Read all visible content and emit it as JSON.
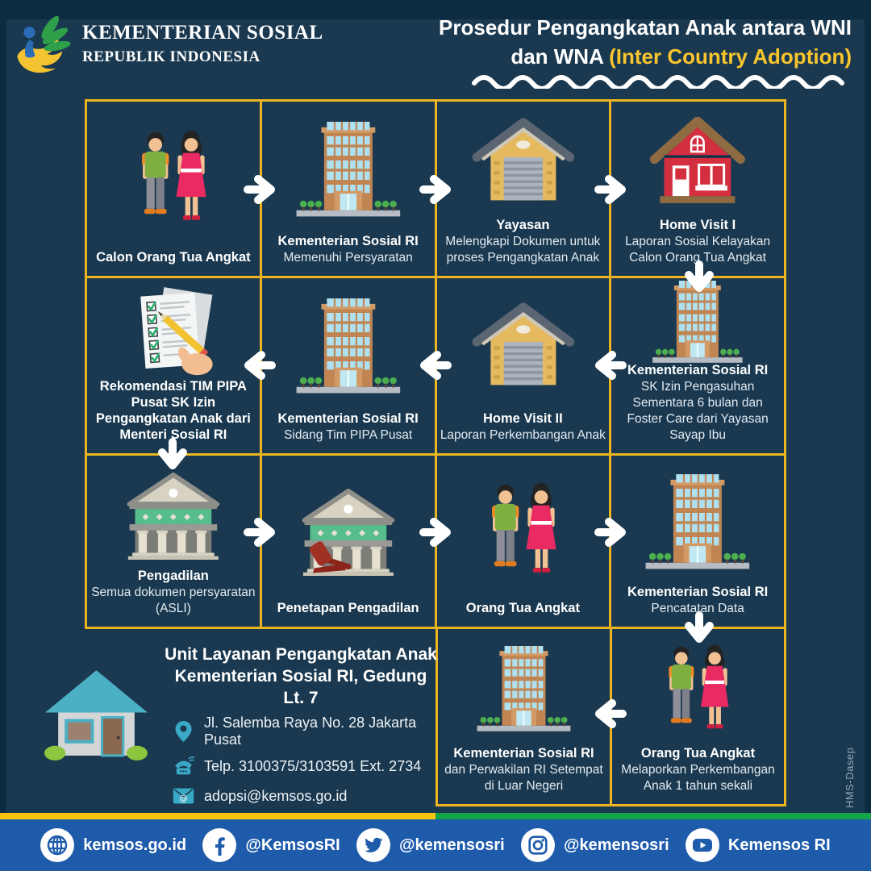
{
  "header": {
    "logo": "kemensos-logo",
    "ministry_name": "KEMENTERIAN SOSIAL",
    "ministry_subtitle": "REPUBLIK INDONESIA",
    "title_line1": "Prosedur Pengangkatan Anak antara WNI",
    "title_line2_prefix": "dan WNA ",
    "title_line2_highlight": "(Inter Country Adoption)"
  },
  "flow": {
    "steps": [
      {
        "icon": "couple-icon",
        "title": "Calon Orang Tua Angkat",
        "subtitle": ""
      },
      {
        "icon": "office-building-icon",
        "title": "Kementerian Sosial RI",
        "subtitle": "Memenuhi Persyaratan"
      },
      {
        "icon": "warehouse-icon",
        "title": "Yayasan",
        "subtitle": "Melengkapi Dokumen untuk proses Pengangkatan Anak"
      },
      {
        "icon": "red-house-icon",
        "title": "Home Visit I",
        "subtitle": "Laporan Sosial Kelayakan Calon Orang Tua Angkat"
      },
      {
        "icon": "office-building-icon",
        "title": "Kementerian Sosial RI",
        "subtitle": "SK Izin Pengasuhan Sementara 6 bulan dan Foster Care dari Yayasan Sayap Ibu"
      },
      {
        "icon": "warehouse-icon",
        "title": "Home Visit II",
        "subtitle": "Laporan Perkembangan Anak"
      },
      {
        "icon": "office-building-icon",
        "title": "Kementerian Sosial RI",
        "subtitle": "Sidang Tim PIPA Pusat"
      },
      {
        "icon": "checklist-icon",
        "title": "Rekomendasi TIM PIPA Pusat SK Izin Pengangkatan Anak dari Menteri Sosial RI",
        "subtitle": ""
      },
      {
        "icon": "courthouse-icon",
        "title": "Pengadilan",
        "subtitle": "Semua dokumen persyaratan (ASLI)"
      },
      {
        "icon": "courthouse-gavel-icon",
        "title": "Penetapan Pengadilan",
        "subtitle": ""
      },
      {
        "icon": "couple-icon",
        "title": "Orang Tua Angkat",
        "subtitle": ""
      },
      {
        "icon": "office-building-icon",
        "title": "Kementerian Sosial RI",
        "subtitle": "Pencatatan Data"
      },
      {
        "icon": "couple-icon",
        "title": "Orang Tua Angkat",
        "subtitle": "Melaporkan Perkembangan Anak 1 tahun sekali"
      },
      {
        "icon": "office-building-icon",
        "title": "Kementerian Sosial RI",
        "subtitle": "dan Perwakilan RI Setempat di Luar Negeri"
      }
    ]
  },
  "contact": {
    "icon": "house-icon",
    "heading_line1": "Unit Layanan Pengangkatan Anak",
    "heading_line2": "Kementerian Sosial RI, Gedung Lt. 7",
    "address": {
      "icon": "location-pin-icon",
      "text": "Jl. Salemba Raya No. 28 Jakarta Pusat"
    },
    "phone": {
      "icon": "phone-icon",
      "text": "Telp. 3100375/3103591 Ext. 2734"
    },
    "email": {
      "icon": "email-icon",
      "text": "adopsi@kemsos.go.id"
    }
  },
  "footer": {
    "items": [
      {
        "icon": "globe-icon",
        "label": "kemsos.go.id"
      },
      {
        "icon": "facebook-icon",
        "label": "@KemsosRI"
      },
      {
        "icon": "twitter-icon",
        "label": "@kemensosri"
      },
      {
        "icon": "instagram-icon",
        "label": "@kemensosri"
      },
      {
        "icon": "youtube-icon",
        "label": "Kemensos RI"
      }
    ]
  },
  "credit": "HMS-Dasep",
  "colors": {
    "background": "#1a3950",
    "frame": "#0e2c41",
    "grid_border": "#ecb41e",
    "title_highlight": "#f8c52c",
    "footer_bar": "#1e5bab",
    "stripe_yellow": "#fcc40f",
    "stripe_green": "#14a44a",
    "contact_accent": "#3aa9c5"
  }
}
